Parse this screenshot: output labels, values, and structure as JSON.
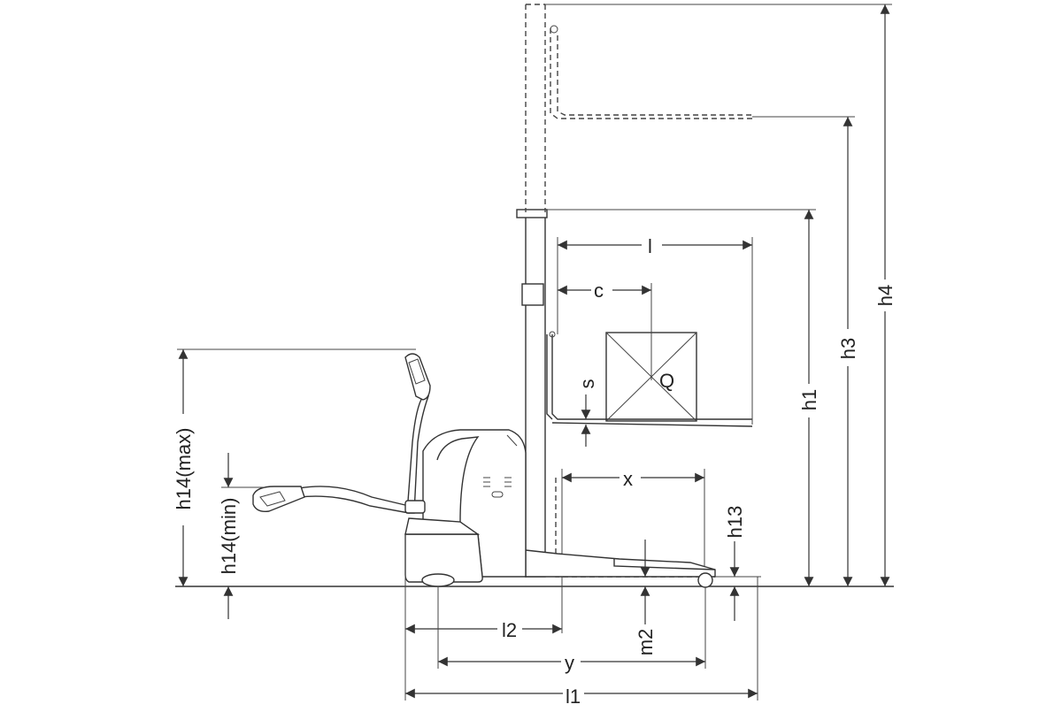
{
  "labels": {
    "l": "l",
    "c": "c",
    "s": "s",
    "q": "Q",
    "x": "x",
    "h1": "h1",
    "h3": "h3",
    "h4": "h4",
    "h13": "h13",
    "h14_max": "h14(max)",
    "h14_min": "h14(min)",
    "l2": "l2",
    "m2": "m2",
    "y": "y",
    "l1": "l1"
  },
  "colors": {
    "line": "#333333",
    "background": "#ffffff"
  }
}
